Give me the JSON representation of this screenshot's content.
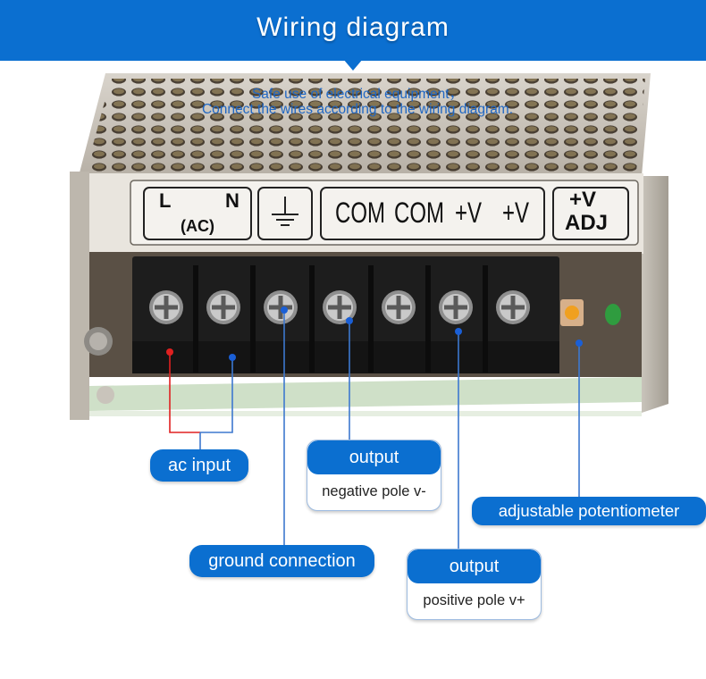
{
  "header": {
    "title": "Wiring diagram"
  },
  "subtitle": {
    "line1": "Safe use of electrical equipment，",
    "line2": "Connect the wires according to the wiring diagram."
  },
  "terminal_label": {
    "l": "L",
    "n": "N",
    "ac": "(AC)",
    "com1": "COM",
    "com2": "COM",
    "v1": "+V",
    "v2": "+V",
    "adj_v": "+V",
    "adj": "ADJ"
  },
  "callouts": {
    "ac_input": "ac input",
    "ground": "ground connection",
    "output_neg_title": "output",
    "output_neg_desc": "negative pole v-",
    "output_pos_title": "output",
    "output_pos_desc": "positive pole v+",
    "potentiometer": "adjustable potentiometer"
  },
  "colors": {
    "accent": "#0b6fd0",
    "text_blue": "#1f67c4",
    "dot_red": "#e02020",
    "dot_blue": "#1a5fd6",
    "line_blue": "#3d78cf"
  }
}
